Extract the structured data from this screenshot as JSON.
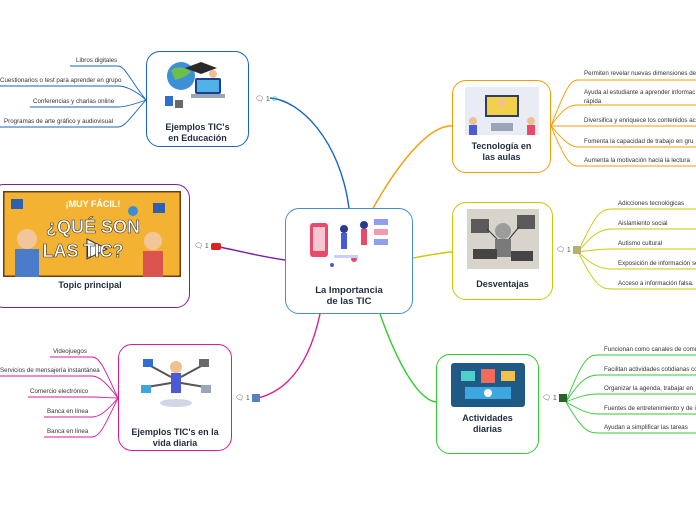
{
  "central": {
    "title": "La Importancia de las TIC"
  },
  "branches": [
    {
      "id": "ejemplos-educacion",
      "title": "Ejemplos TIC's en Educación",
      "color": "#1565c0",
      "count": "1",
      "leaves": [
        "Libros digitales",
        "Cuestionarios o test para aprender en grupo",
        "Conferencias y charlas online",
        "Programas de arte gráfico y audiovisual"
      ]
    },
    {
      "id": "topic-principal",
      "title": "Topic principal",
      "color": "#7b1fa2",
      "count": "1",
      "image_text": [
        "¡MUY FÁCIL!",
        "¿QUÉ SON",
        "LAS TIC?"
      ],
      "leaves": []
    },
    {
      "id": "ejemplos-vida",
      "title": "Ejemplos TIC's en la vida diaria",
      "color": "#d81b9b",
      "count": "1",
      "leaves": [
        "Videojuegos",
        "Servicios de mensajería instantánea",
        "Comercio electrónico",
        "Banca en línea",
        "Banca en línea"
      ]
    },
    {
      "id": "tecnologia-aulas",
      "title": "Tecnología en las aulas",
      "color": "#f59c00",
      "count": "",
      "leaves": [
        "Permiten revelar nuevas dimensiones de",
        "Ayuda al estudiante a aprender informac rápida",
        "Diversifica y enriquece los contenidos ac",
        "Fomenta la capacidad de trabajo en gru",
        "Aumenta la motivación hacia la lectura"
      ]
    },
    {
      "id": "desventajas",
      "title": "Desventajas",
      "color": "#c8c800",
      "count": "1",
      "leaves": [
        "Adicciones tecnológicas",
        "Aislamiento social",
        "Autismo cultural",
        "Exposición de información se",
        "Acceso a información falsa."
      ]
    },
    {
      "id": "actividades-diarias",
      "title": "Actividades diarias",
      "color": "#2ecc2e",
      "count": "1",
      "leaves": [
        "Funcionan como canales de comu",
        "Facilitan actividades cotidianas co",
        "Organizar la agenda, trabajar en",
        "Fuentes de entretenimiento y de i",
        "Ayudan a simplificar las tareas"
      ]
    }
  ]
}
